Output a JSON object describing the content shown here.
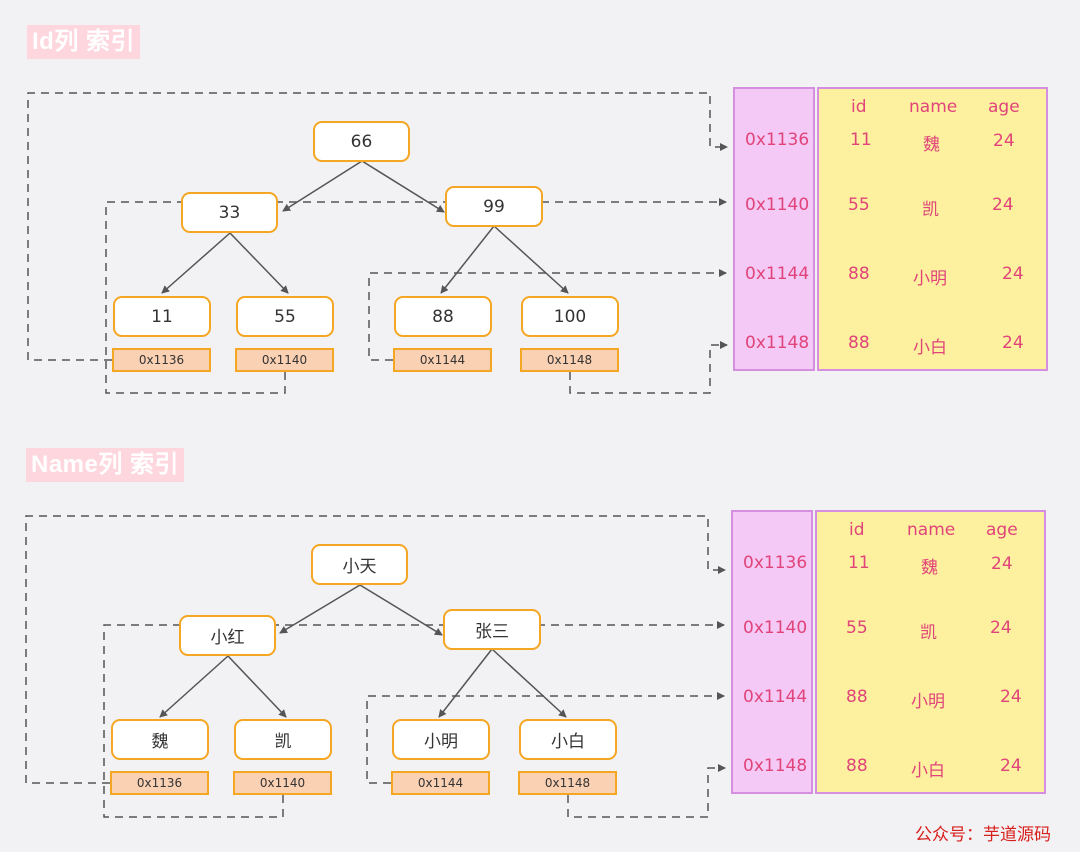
{
  "sections": [
    {
      "title": "Id列 索引",
      "tree": {
        "root": "66",
        "left": "33",
        "right": "99",
        "leaves": [
          "11",
          "55",
          "88",
          "100"
        ],
        "pointers": [
          "0x1136",
          "0x1140",
          "0x1144",
          "0x1148"
        ]
      },
      "table": {
        "headers": [
          "id",
          "name",
          "age"
        ],
        "rows": [
          {
            "addr": "0x1136",
            "id": "11",
            "name": "魏",
            "age": "24"
          },
          {
            "addr": "0x1140",
            "id": "55",
            "name": "凯",
            "age": "24"
          },
          {
            "addr": "0x1144",
            "id": "88",
            "name": "小明",
            "age": "24"
          },
          {
            "addr": "0x1148",
            "id": "88",
            "name": "小白",
            "age": "24"
          }
        ]
      }
    },
    {
      "title": "Name列 索引",
      "tree": {
        "root": "小天",
        "left": "小红",
        "right": "张三",
        "leaves": [
          "魏",
          "凯",
          "小明",
          "小白"
        ],
        "pointers": [
          "0x1136",
          "0x1140",
          "0x1144",
          "0x1148"
        ]
      },
      "table": {
        "headers": [
          "id",
          "name",
          "age"
        ],
        "rows": [
          {
            "addr": "0x1136",
            "id": "11",
            "name": "魏",
            "age": "24"
          },
          {
            "addr": "0x1140",
            "id": "55",
            "name": "凯",
            "age": "24"
          },
          {
            "addr": "0x1144",
            "id": "88",
            "name": "小明",
            "age": "24"
          },
          {
            "addr": "0x1148",
            "id": "88",
            "name": "小白",
            "age": "24"
          }
        ]
      }
    }
  ],
  "watermark": "公众号：芋道源码",
  "colors": {
    "node_border": "#f5a623",
    "pointer_fill": "#fbd1b4",
    "address_column": "#f4c9f5",
    "data_table": "#fdf09e",
    "table_text": "#e0447a",
    "title_bg": "#fdd6de"
  }
}
